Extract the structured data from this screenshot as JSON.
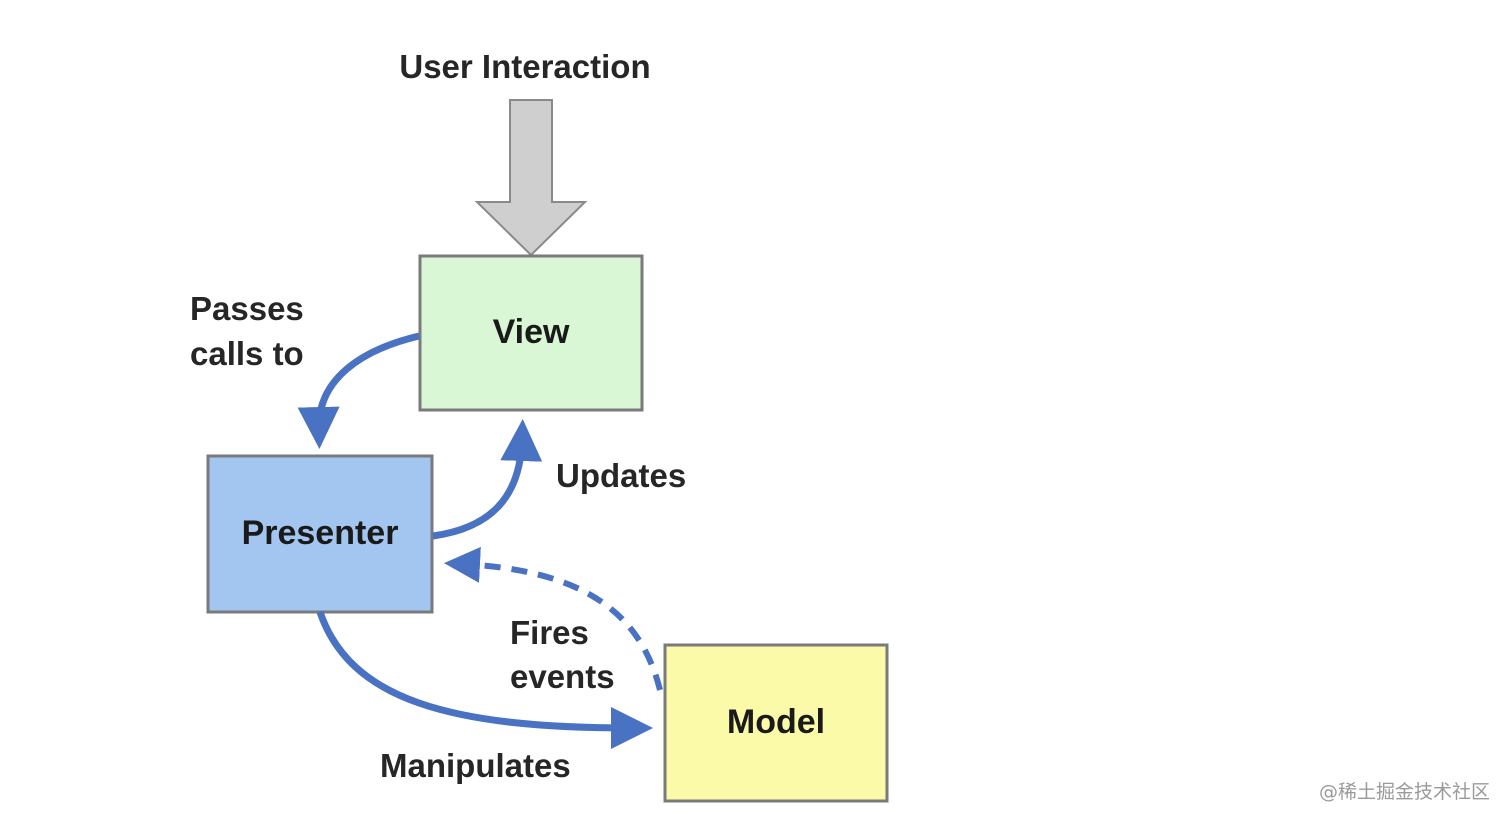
{
  "diagram": {
    "nodes": {
      "view": {
        "label": "View",
        "fill": "#d9f7d4",
        "stroke": "#7a7a7a"
      },
      "presenter": {
        "label": "Presenter",
        "fill": "#a3c6f0",
        "stroke": "#7a7a7a"
      },
      "model": {
        "label": "Model",
        "fill": "#fafaa8",
        "stroke": "#7a7a7a"
      }
    },
    "edges": {
      "user_interaction": {
        "label": "User Interaction",
        "style": "block-arrow",
        "color": "#cfcfcf"
      },
      "passes_calls_to": {
        "label_line1": "Passes",
        "label_line2": "calls to",
        "color": "#4a72c2"
      },
      "updates": {
        "label": "Updates",
        "color": "#4a72c2"
      },
      "fires_events": {
        "label_line1": "Fires",
        "label_line2": "events",
        "style": "dashed",
        "color": "#4a72c2"
      },
      "manipulates": {
        "label": "Manipulates",
        "color": "#4a72c2"
      }
    }
  },
  "watermark": "@稀土掘金技术社区"
}
